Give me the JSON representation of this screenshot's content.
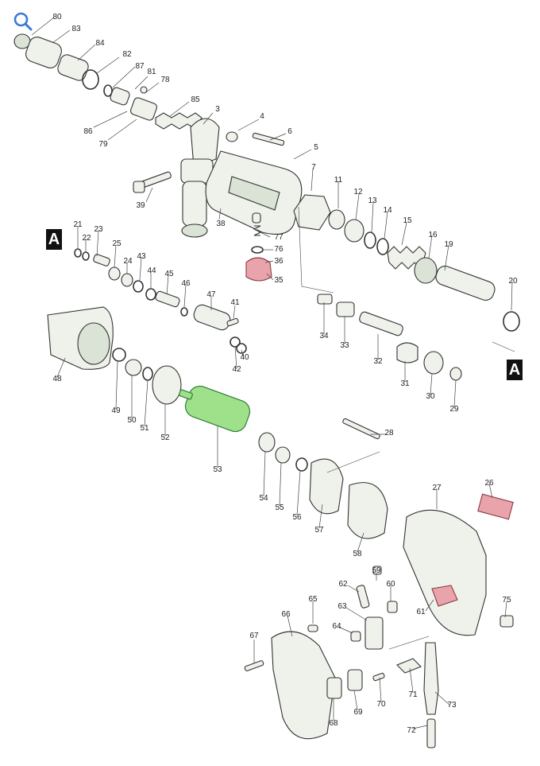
{
  "toolbar": {
    "zoom_icon": "magnifier-icon",
    "zoom_color": "#3a7bd5"
  },
  "section_markers": [
    {
      "text": "A"
    },
    {
      "text": "A"
    }
  ],
  "part_numbers": [
    "80",
    "83",
    "84",
    "82",
    "87",
    "81",
    "78",
    "86",
    "79",
    "85",
    "3",
    "4",
    "6",
    "5",
    "39",
    "38",
    "7",
    "11",
    "12",
    "13",
    "14",
    "15",
    "16",
    "19",
    "20",
    "77",
    "76",
    "36",
    "35",
    "21",
    "22",
    "23",
    "25",
    "24",
    "43",
    "44",
    "45",
    "46",
    "47",
    "41",
    "40",
    "42",
    "34",
    "33",
    "32",
    "31",
    "30",
    "29",
    "48",
    "49",
    "50",
    "51",
    "52",
    "53",
    "28",
    "54",
    "55",
    "56",
    "57",
    "58",
    "27",
    "26",
    "62",
    "59",
    "60",
    "63",
    "61",
    "75",
    "65",
    "66",
    "64",
    "67",
    "70",
    "71",
    "73",
    "68",
    "69",
    "72"
  ],
  "colors": {
    "highlight_green": "#9fe08a",
    "highlight_pink": "#e8a4aa",
    "line": "#333333"
  }
}
